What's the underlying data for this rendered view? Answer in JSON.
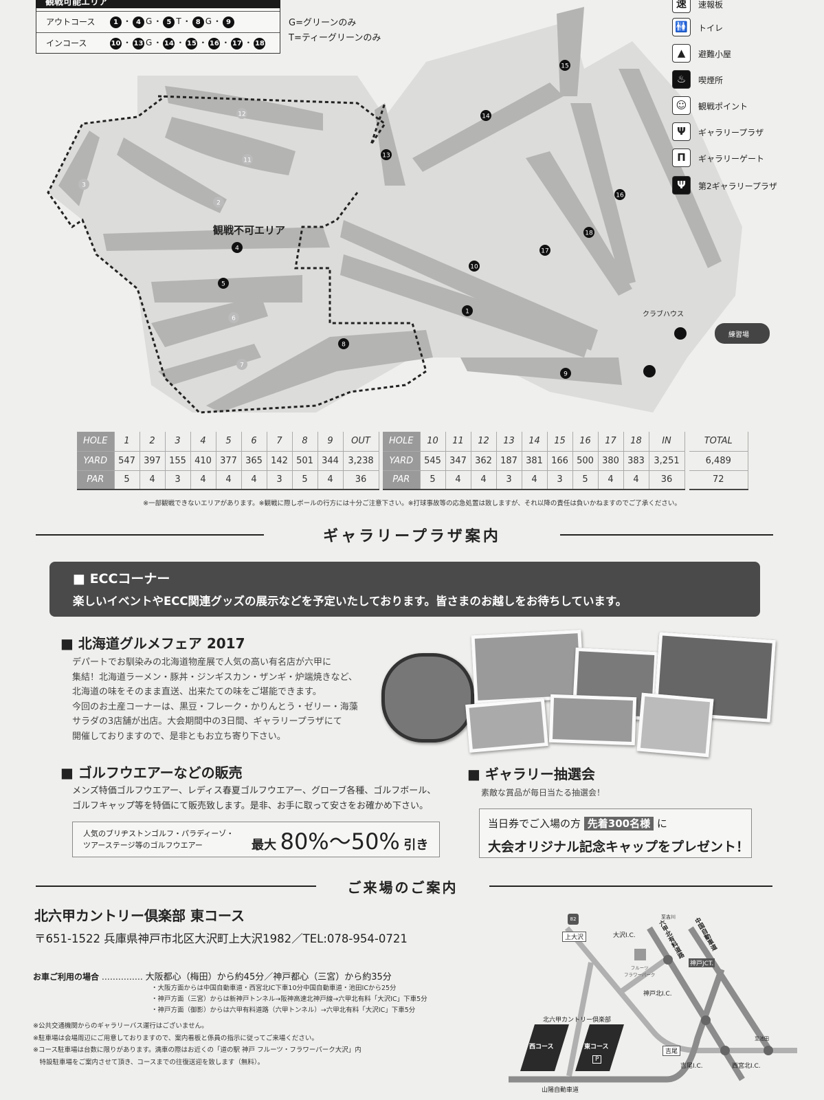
{
  "viewing_area": {
    "title": "観戦可能エリア",
    "out_label": "アウトコース",
    "out_holes": [
      "1",
      "4",
      "5",
      "8",
      "9"
    ],
    "out_suffix": [
      "",
      "G",
      "T",
      "G",
      ""
    ],
    "in_label": "インコース",
    "in_holes": [
      "10",
      "13",
      "14",
      "15",
      "16",
      "17",
      "18"
    ],
    "in_suffix": [
      "",
      "G",
      "",
      "",
      "",
      "",
      ""
    ],
    "note_g": "G=グリーンのみ",
    "note_t": "T=ティーグリーンのみ"
  },
  "map": {
    "no_view_area": "観戦不可エリア",
    "clubhouse": "クラブハウス",
    "range": "練習場",
    "holes": [
      "1",
      "2",
      "3",
      "4",
      "5",
      "6",
      "7",
      "8",
      "9",
      "10",
      "11",
      "12",
      "13",
      "14",
      "15",
      "16",
      "17",
      "18"
    ]
  },
  "legend": [
    {
      "icon": "scoreboard-icon",
      "glyph": "速",
      "label": "速報板"
    },
    {
      "icon": "toilet-icon",
      "glyph": "🚻",
      "label": "トイレ"
    },
    {
      "icon": "shelter-icon",
      "glyph": "▲",
      "label": "避難小屋"
    },
    {
      "icon": "smoking-icon",
      "glyph": "♨",
      "label": "喫煙所"
    },
    {
      "icon": "viewpoint-icon",
      "glyph": "☺",
      "label": "観戦ポイント"
    },
    {
      "icon": "gallery-plaza-icon",
      "glyph": "Ψ",
      "label": "ギャラリープラザ"
    },
    {
      "icon": "gallery-gate-icon",
      "glyph": "Π",
      "label": "ギャラリーゲート"
    },
    {
      "icon": "second-plaza-icon",
      "glyph": "Ψ",
      "label": "第2ギャラリープラザ"
    }
  ],
  "scorecard": {
    "out": {
      "hole": [
        "HOLE",
        "1",
        "2",
        "3",
        "4",
        "5",
        "6",
        "7",
        "8",
        "9",
        "OUT"
      ],
      "yard": [
        "YARD",
        "547",
        "397",
        "155",
        "410",
        "377",
        "365",
        "142",
        "501",
        "344",
        "3,238"
      ],
      "par": [
        "PAR",
        "5",
        "4",
        "3",
        "4",
        "4",
        "4",
        "3",
        "5",
        "4",
        "36"
      ]
    },
    "in": {
      "hole": [
        "HOLE",
        "10",
        "11",
        "12",
        "13",
        "14",
        "15",
        "16",
        "17",
        "18",
        "IN"
      ],
      "yard": [
        "YARD",
        "545",
        "347",
        "362",
        "187",
        "381",
        "166",
        "500",
        "380",
        "383",
        "3,251"
      ],
      "par": [
        "PAR",
        "5",
        "4",
        "4",
        "3",
        "4",
        "3",
        "5",
        "4",
        "4",
        "36"
      ]
    },
    "total": {
      "hole": "TOTAL",
      "yard": "6,489",
      "par": "72"
    }
  },
  "footnote": "※一部観戦できないエリアがあります。※観戦に際しボールの行方には十分ご注意下さい。※打球事故等の応急処置は致しますが、それ以降の責任は負いかねますのでご了承ください。",
  "plaza": {
    "title": "ギャラリープラザ案内",
    "ecc": {
      "title": "■ ECCコーナー",
      "text": "楽しいイベントやECC関連グッズの展示などを予定いたしております。皆さまのお越しをお待ちしています。"
    },
    "hokkaido": {
      "title": "北海道グルメフェア 2017",
      "lines": [
        "デパートでお馴染みの北海道物産展で人気の高い有名店が六甲に",
        "集結！北海道ラーメン・豚丼・ジンギスカン・ザンギ・炉端焼きなど、",
        "北海道の味をそのまま直送、出来たての味をご堪能できます。",
        "今回のお土産コーナーは、黒豆・フレーク・かりんとう・ゼリー・海藻",
        "サラダの3店舗が出店。大会期間中の3日間、ギャラリープラザにて",
        "開催しておりますので、是非ともお立ち寄り下さい。"
      ]
    },
    "golfwear": {
      "title": "ゴルフウエアーなどの販売",
      "lines": [
        "メンズ特価ゴルフウエアー、レディス春夏ゴルフウエアー、グローブ各種、ゴルフボール、",
        "ゴルフキャップ等を特価にて販売致します。是非、お手に取って安さをお確かめ下さい。"
      ],
      "box_lines": [
        "人気のブリヂストンゴルフ・パラディーゾ・",
        "ツアーステージ等のゴルフウエアー"
      ],
      "discount_prefix": "最大",
      "discount": "80%～50%",
      "discount_suffix": "引き"
    },
    "lottery": {
      "title": "ギャラリー抽選会",
      "text": "素敵な賞品が毎日当たる抽選会！",
      "box_line1": "当日券でご入場の方",
      "highlight": "先着300名様",
      "box_line1_end": "に",
      "box_line2": "大会オリジナル記念キャップをプレゼント！"
    }
  },
  "access": {
    "title": "ご来場のご案内",
    "club": "北六甲カントリー倶楽部 東コース",
    "address": "〒651-1522 兵庫県神戸市北区大沢町上大沢1982／TEL:078-954-0721",
    "car_label": "お車ご利用の場合",
    "car_dots": "……………",
    "car_main": "大阪都心（梅田）から約45分／神戸都心（三宮）から約35分",
    "car_routes": [
      "・大阪方面からは中国自動車道・西宮北IC下車10分中国自動車道・池田ICから25分",
      "・神戸方面（三宮）からは新神戸トンネル→阪神高速北神戸線→六甲北有料「大沢IC」下車5分",
      "・神戸方面（御影）からは六甲有料道路（六甲トンネル）→六甲北有料「大沢IC」下車5分"
    ],
    "notes": [
      "※公共交通機関からのギャラリーバス運行はございません。",
      "※駐車場は会場周辺にご用意しておりますので、案内看板と係員の指示に従ってご来場ください。",
      "※コース駐車場は台数に限りがあります。満車の際はお近くの「道の駅 神戸 フルーツ・フラワーパーク大沢」内",
      "　特設駐車場をご案内させて頂き、コースまでの往復送迎を致します（無料）。"
    ],
    "map": {
      "to_yokawa": "至吉川",
      "to_ikeda": "至池田",
      "route82": "82",
      "kamiosawa": "上大沢",
      "osawa_ic": "大沢I.C.",
      "rokko_toll": "六甲北有料道路",
      "chugoku": "中国自動車道",
      "kobe_jct": "神戸JCT.",
      "fruit_park": "フルーツ\nフラワーパーク",
      "kobe_kita_ic": "神戸北I.C.",
      "club": "北六甲カントリー倶楽部",
      "west": "西コース",
      "east": "東コース",
      "parking": "P",
      "yokoo": "吉尾",
      "yokoo_ic": "吉尾I.C.",
      "nishinomiya_ic": "西宮北I.C.",
      "sanyo": "山陽自動車道"
    }
  }
}
